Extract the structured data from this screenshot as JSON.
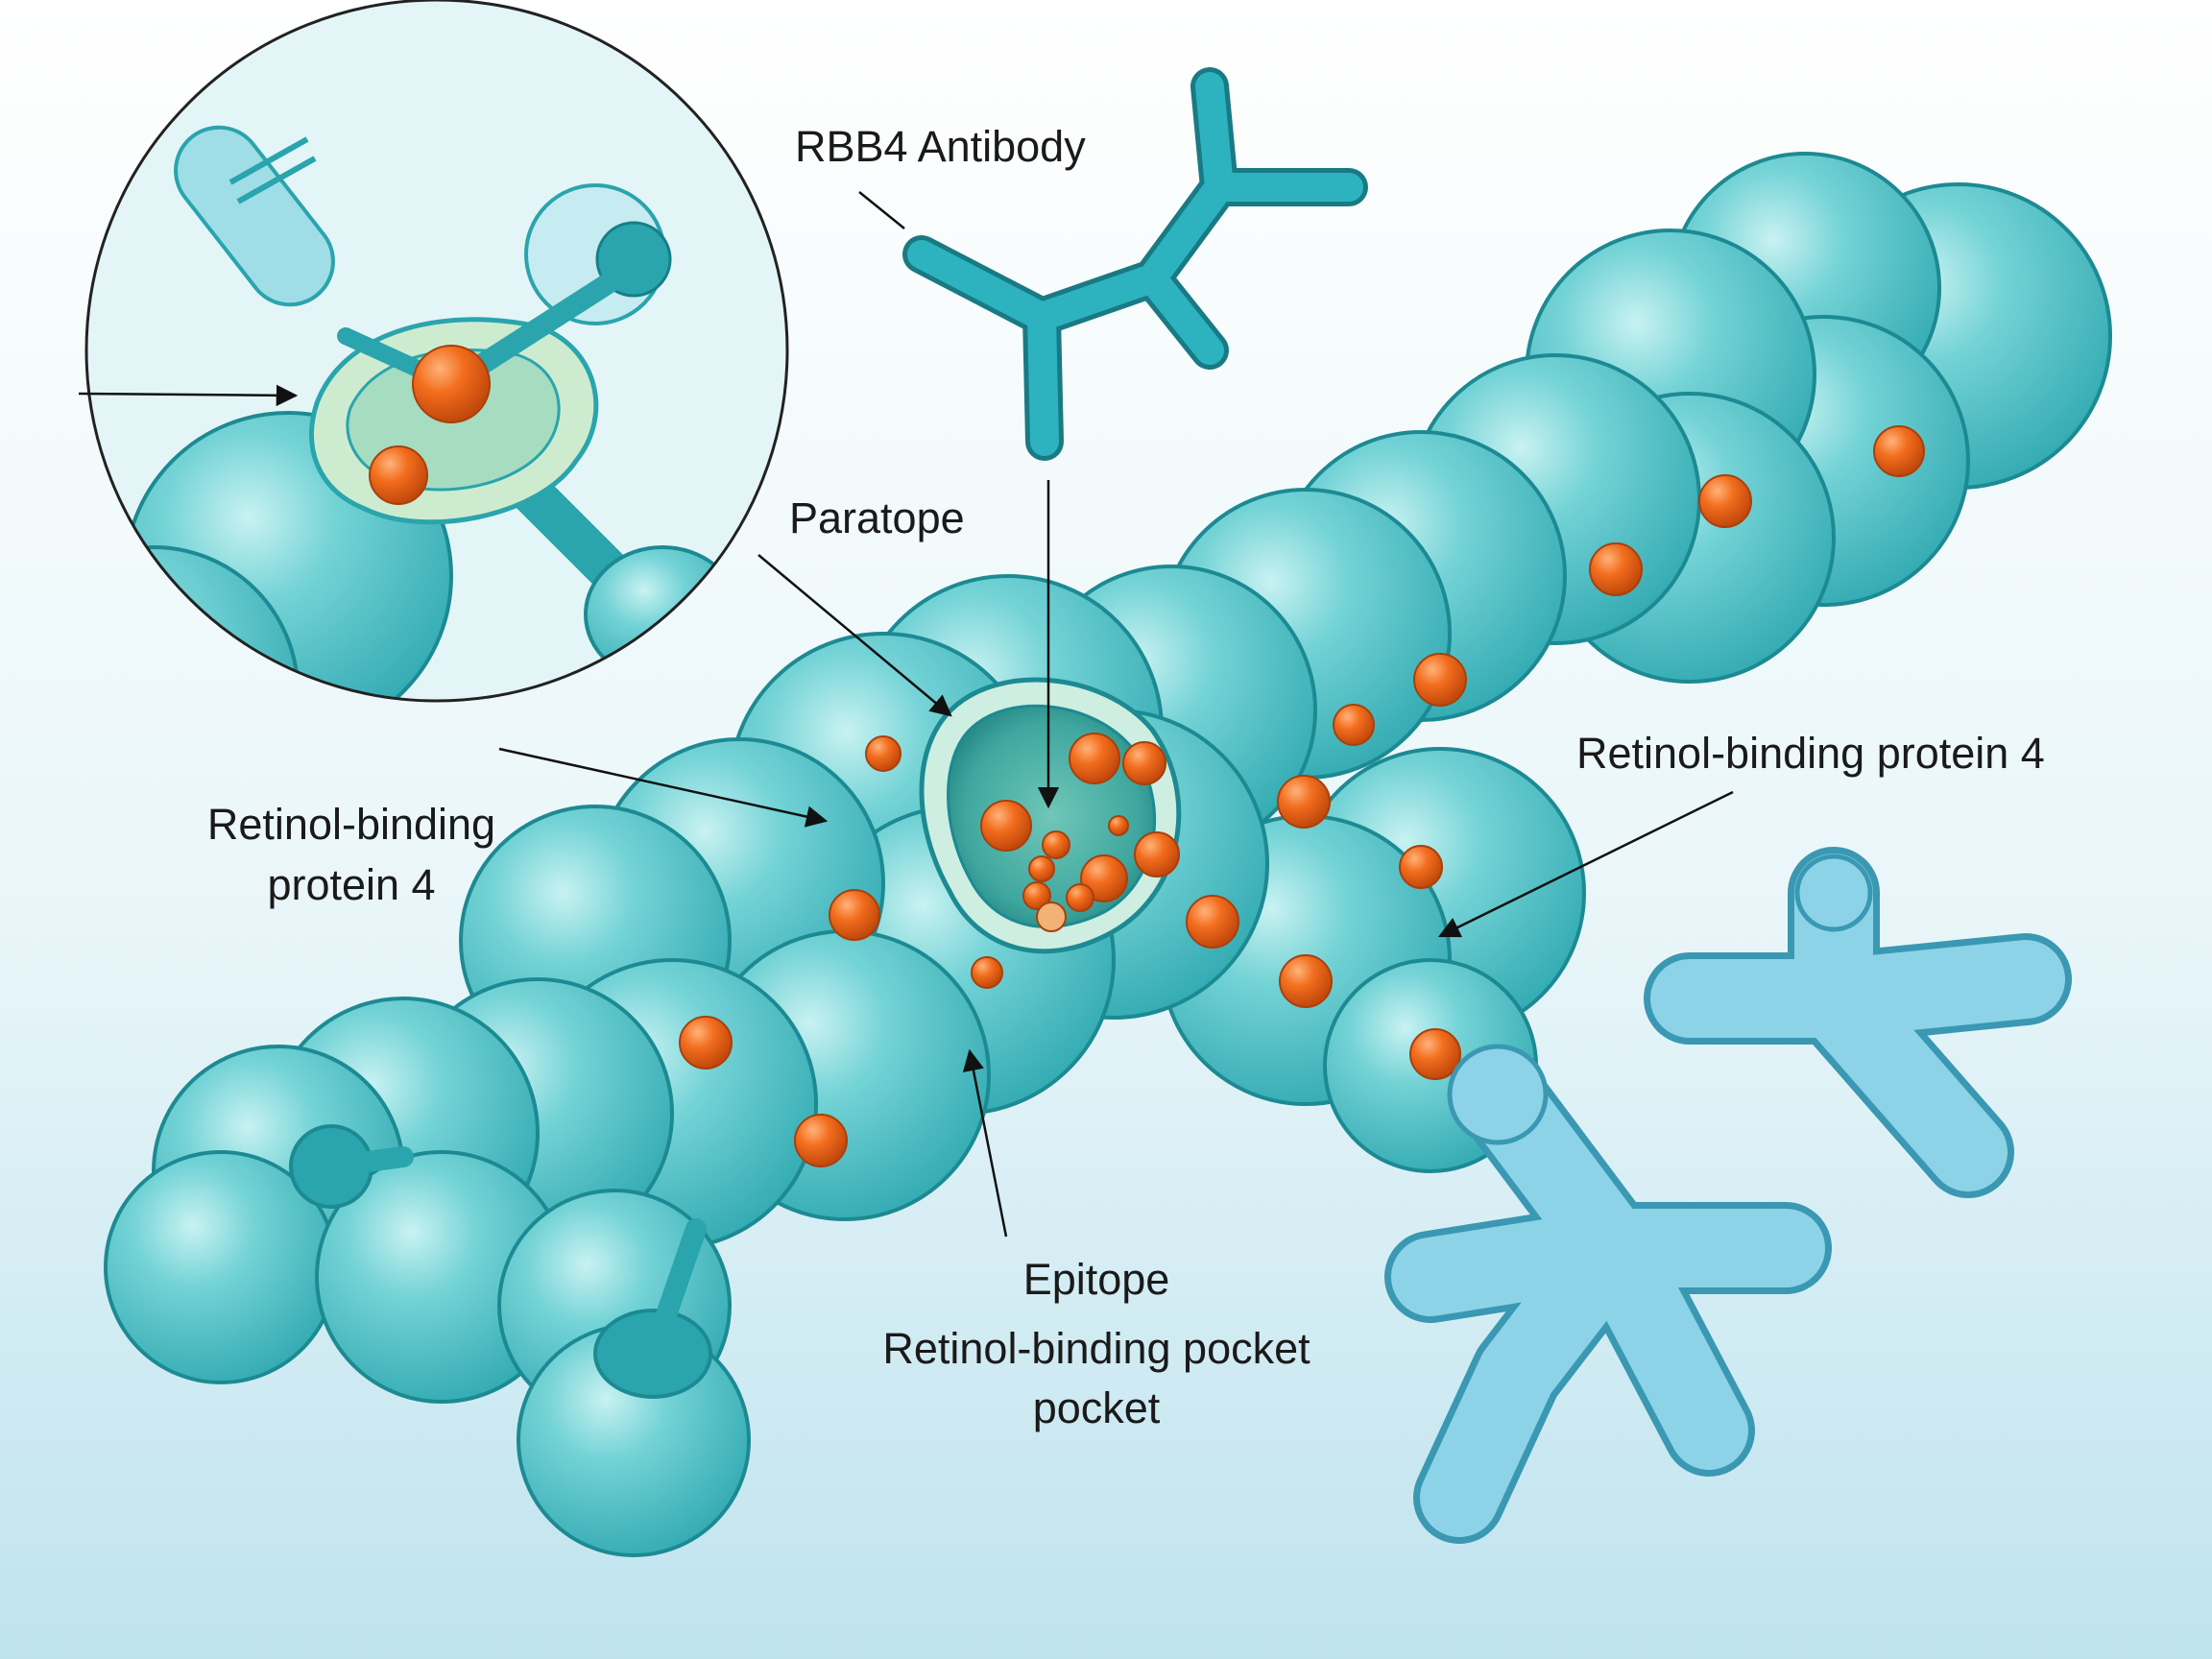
{
  "colors": {
    "background_top": "#ffffff",
    "background_bottom": "#bfe3ee",
    "protein": "#4fc3c9",
    "protein_dark": "#1f8e95",
    "antibody": "#2bb0bb",
    "antibody_light": "#6ccfe0",
    "residue": "#f06a1c",
    "pocket": "#bfe8d8"
  },
  "icons": [
    "rbp4-protein",
    "rbb4-antibody",
    "retinol-ligand",
    "zoom-inset"
  ],
  "labels": {
    "antibody": "RBB4 Antibody",
    "paratope": "Paratope",
    "protein_left_line1": "Retinol-binding",
    "protein_left_line2": "protein 4",
    "protein_right": "Retinol-binding protein 4",
    "epitope": "Epitope",
    "pocket_line1": "Retinol-binding pocket",
    "pocket_line2": "pocket"
  }
}
